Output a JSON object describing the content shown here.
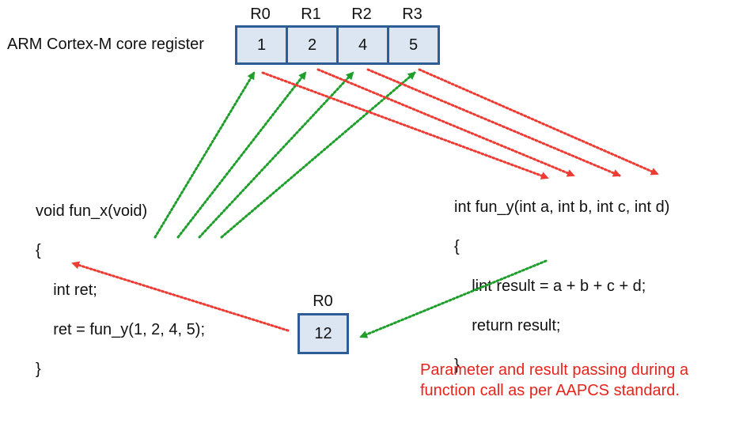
{
  "core_register_label": "ARM Cortex-M core register",
  "registers": [
    {
      "name": "R0",
      "value": "1"
    },
    {
      "name": "R1",
      "value": "2"
    },
    {
      "name": "R2",
      "value": "4"
    },
    {
      "name": "R3",
      "value": "5"
    }
  ],
  "caller": {
    "lines": [
      "void fun_x(void)",
      "{",
      "    int ret;",
      "    ret = fun_y(1, 2, 4, 5);",
      "}"
    ]
  },
  "callee": {
    "lines": [
      "int fun_y(int a, int b, int c, int d)",
      "{",
      "    lint result = a + b + c + d;",
      "    return result;",
      "}"
    ]
  },
  "result_register": {
    "name": "R0",
    "value": "12"
  },
  "caption": {
    "line1": "Parameter and result passing during a",
    "line2": "function call as per AAPCS standard."
  },
  "colors": {
    "cell_fill": "#dce6f2",
    "cell_border": "#2e5d96",
    "green_arrow": "#1e9e2a",
    "red_arrow": "#ee3b33",
    "caption": "#e8231c"
  }
}
